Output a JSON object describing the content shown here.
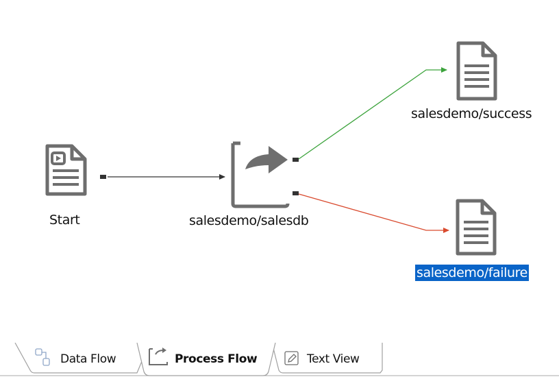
{
  "diagram": {
    "nodes": {
      "start": {
        "label": "Start",
        "icon": "start-document-icon"
      },
      "salesdb": {
        "label": "salesdemo/salesdb",
        "icon": "redirect-arrow-icon"
      },
      "success": {
        "label": "salesdemo/success",
        "icon": "document-icon"
      },
      "failure": {
        "label": "salesdemo/failure",
        "icon": "document-icon",
        "selected": true
      }
    },
    "edges": [
      {
        "from": "start",
        "to": "salesdb",
        "color": "#333333"
      },
      {
        "from": "salesdb",
        "to": "success",
        "color": "#3ca33c"
      },
      {
        "from": "salesdb",
        "to": "failure",
        "color": "#d94a2e"
      }
    ]
  },
  "colors": {
    "selection": "#0a64c8",
    "icon_gray": "#6e6e6e"
  },
  "tabs": [
    {
      "label": "Data Flow",
      "icon": "data-flow-icon",
      "active": false
    },
    {
      "label": "Process Flow",
      "icon": "process-flow-icon",
      "active": true
    },
    {
      "label": "Text View",
      "icon": "pencil-icon",
      "active": false
    }
  ]
}
